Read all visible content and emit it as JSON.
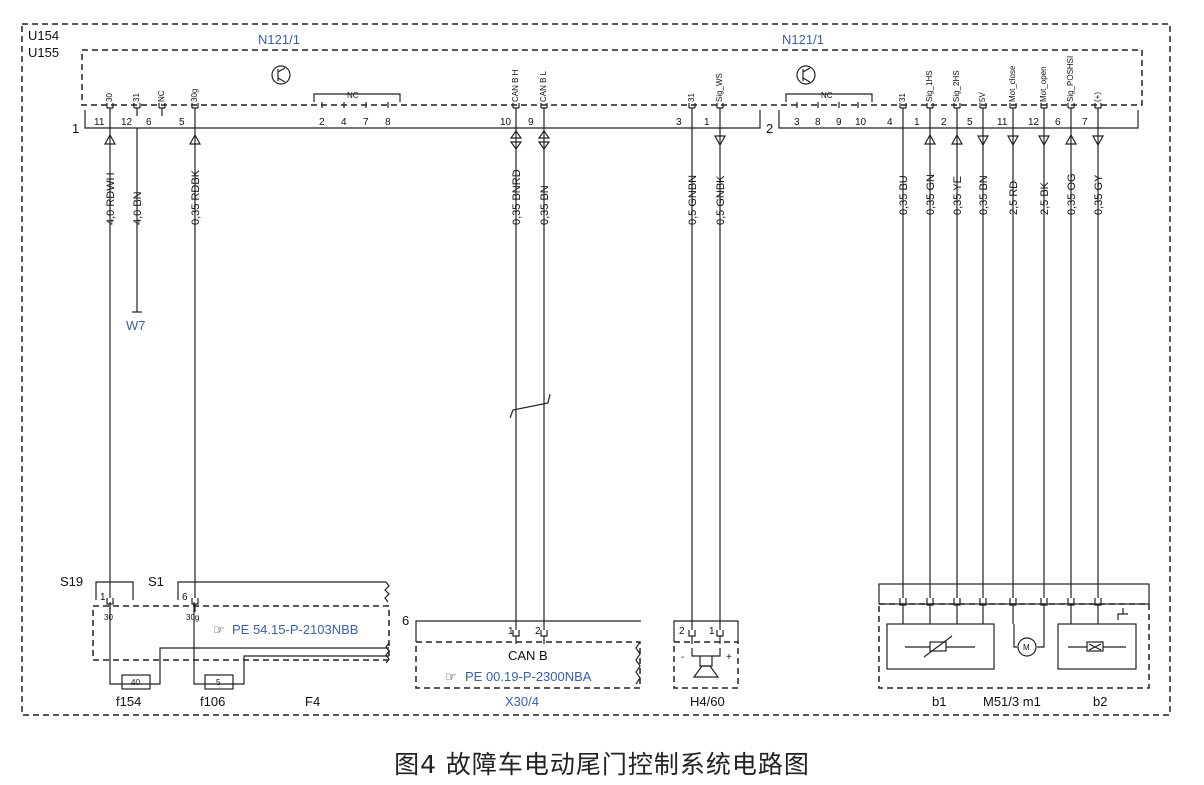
{
  "titles": {
    "u154": "U154",
    "u155": "U155",
    "n121_left": "N121/1",
    "n121_right": "N121/1",
    "connector1": "1",
    "connector2": "2",
    "w7": "W7",
    "s19": "S19",
    "s1": "S1",
    "f4": "F4",
    "can_b": "CAN B",
    "x30": "X30/4",
    "x30_num": "6",
    "h460": "H4/60",
    "b1": "b1",
    "m51": "M51/3 m1",
    "b2": "b2",
    "f154": "f154",
    "f106": "f106",
    "fuse40": "40",
    "fuse5": "5",
    "nc_left": "NC",
    "nc_right": "NC",
    "nc_small": "NC"
  },
  "references": {
    "pe_54": "PE 54.15-P-2103NBB",
    "pe_00": "PE 00.19-P-2300NBA"
  },
  "connector1_signals": [
    {
      "pin": "11",
      "signal": "30",
      "wire": "4,0 RDWH"
    },
    {
      "pin": "12",
      "signal": "31",
      "wire": "4,0 BN"
    },
    {
      "pin": "6",
      "signal": "NC",
      "wire": ""
    },
    {
      "pin": "5",
      "signal": "30g",
      "wire": "0,35 RDBK"
    },
    {
      "pin": "10",
      "signal": "CAN B H",
      "wire": "0,35 BNRD"
    },
    {
      "pin": "9",
      "signal": "CAN B L",
      "wire": "0,35 BN"
    },
    {
      "pin": "3",
      "signal": "31",
      "wire": "0,5 GNBN"
    },
    {
      "pin": "1",
      "signal": "Sig_WS",
      "wire": "0,5 GNBK"
    }
  ],
  "connector1_nc_pins": [
    "2",
    "4",
    "7",
    "8"
  ],
  "connector2_nc_pins": [
    "3",
    "8",
    "9",
    "10"
  ],
  "connector2_signals": [
    {
      "pin": "4",
      "signal": "31",
      "wire": "0,35 BU"
    },
    {
      "pin": "1",
      "signal": "Sig_1HS",
      "wire": "0,35 GN"
    },
    {
      "pin": "2",
      "signal": "Sig_2HS",
      "wire": "0,35 YE"
    },
    {
      "pin": "5",
      "signal": "5V",
      "wire": "0,35 BN"
    },
    {
      "pin": "11",
      "signal": "Mot_close",
      "wire": "2,5 RD"
    },
    {
      "pin": "12",
      "signal": "Mot_open",
      "wire": "2,5 BK"
    },
    {
      "pin": "6",
      "signal": "Sig_POSHSI",
      "wire": "0,35 OG"
    },
    {
      "pin": "7",
      "signal": "(+)",
      "wire": "0,35 GY"
    }
  ],
  "lower_pins": {
    "s19_pin": "1",
    "s19_sig": "30",
    "s1_pin": "6",
    "s1_sig": "30g",
    "can_pin1": "1",
    "can_pin2": "2",
    "h4_pin2": "2",
    "h4_pin1": "1",
    "h4_minus": "-",
    "h4_plus": "+"
  },
  "motor_symbol": "M",
  "caption": "图4 故障车电动尾门控制系统电路图"
}
